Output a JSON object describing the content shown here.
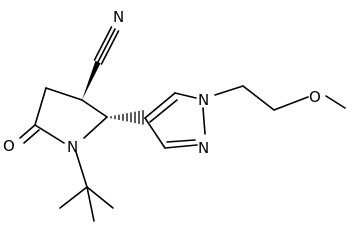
{
  "molecule": {
    "atoms": {
      "nitrile_n": "N",
      "ring_n": "N",
      "pyrazole_n1": "N",
      "pyrazole_n2": "N",
      "methoxy_o": "O",
      "carbonyl_o": "O"
    }
  }
}
